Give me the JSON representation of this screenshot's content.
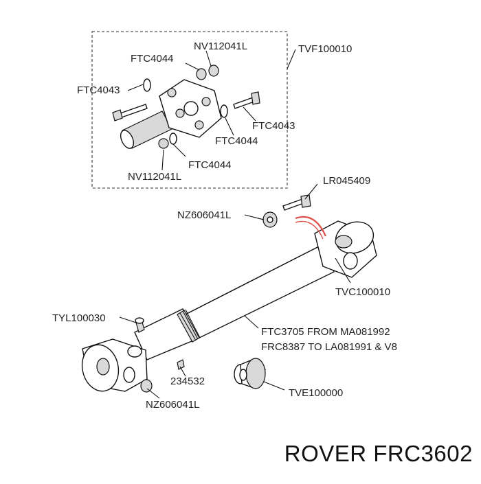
{
  "callouts": {
    "nv_top": "NV112041L",
    "ftc4044_top": "FTC4044",
    "tvf": "TVF100010",
    "ftc4043_left": "FTC4043",
    "ftc4043_right": "FTC4043",
    "ftc4044_right": "FTC4044",
    "ftc4044_bottom": "FTC4044",
    "nv_bottom": "NV112041L",
    "lr": "LR045409",
    "nz_top": "NZ606041L",
    "tvc": "TVC100010",
    "tyl": "TYL100030",
    "ftc3705_line1": "FTC3705 FROM MA081992",
    "ftc3705_line2": "FRC8387 TO LA081991 & V8",
    "part_234532": "234532",
    "tve": "TVE100000",
    "nz_bottom": "NZ606041L"
  },
  "footer": {
    "text": "ROVER FRC3602"
  }
}
